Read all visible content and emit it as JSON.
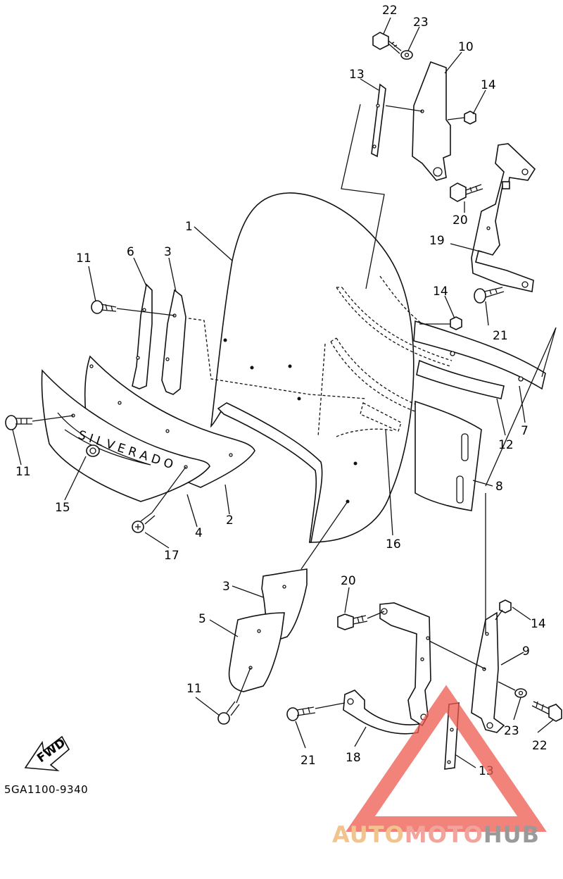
{
  "diagram": {
    "catalog_number": "5GA1100-9340",
    "fwd_label": "FWD",
    "logo_text": "S I L V E R A D O",
    "callouts": {
      "c22a": "22",
      "c23a": "23",
      "c10": "10",
      "c13a": "13",
      "c14a": "14",
      "c20a": "20",
      "c19": "19",
      "c14b": "14",
      "c21a": "21",
      "c1": "1",
      "c6": "6",
      "c3a": "3",
      "c11a": "11",
      "c7": "7",
      "c12": "12",
      "c8": "8",
      "c11b": "11",
      "c15": "15",
      "c4": "4",
      "c2": "2",
      "c17": "17",
      "c16": "16",
      "c3b": "3",
      "c5": "5",
      "c11c": "11",
      "c20b": "20",
      "c14c": "14",
      "c9": "9",
      "c23b": "23",
      "c22b": "22",
      "c21b": "21",
      "c18": "18",
      "c13b": "13"
    }
  },
  "watermark": {
    "word_1": "AUTO",
    "word_2": "MOTO",
    "word_3": "HUB",
    "colors": {
      "auto": "#f3c38e",
      "moto": "#f2a49c",
      "hub": "#9a9a9a",
      "triangle": "#ec5a4f"
    }
  }
}
